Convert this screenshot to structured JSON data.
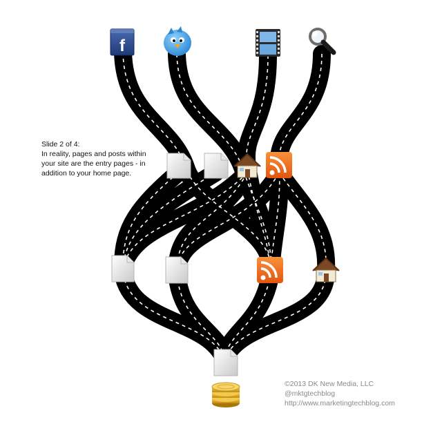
{
  "caption": {
    "title": "Slide 2 of 4:",
    "line1": "In reality, pages and posts within",
    "line2": "your site are the entry pages - in",
    "line3": "addition to your home page."
  },
  "credits": {
    "copyright": "©2013 DK New Media, LLC",
    "handle": "@mktgtechblog",
    "url": "http://www.marketingtechblog.com"
  },
  "icons": {
    "sources": [
      "facebook-icon",
      "twitter-bird-icon",
      "video-film-icon",
      "search-magnifier-icon"
    ],
    "entry_pages": [
      "page-icon",
      "page-icon",
      "home-icon",
      "rss-icon"
    ],
    "second_level": [
      "page-icon",
      "page-icon",
      "rss-icon",
      "home-icon"
    ],
    "destination": [
      "page-icon",
      "gold-coins-icon"
    ]
  },
  "colors": {
    "road": "#000000",
    "lane_marking": "#ffffff",
    "facebook": "#3b5998",
    "twitter": "#3a9be0",
    "rss": "#f26522",
    "coins": "#e2b021",
    "caption_text": "#111111",
    "credits_text": "#8a8a8a"
  }
}
